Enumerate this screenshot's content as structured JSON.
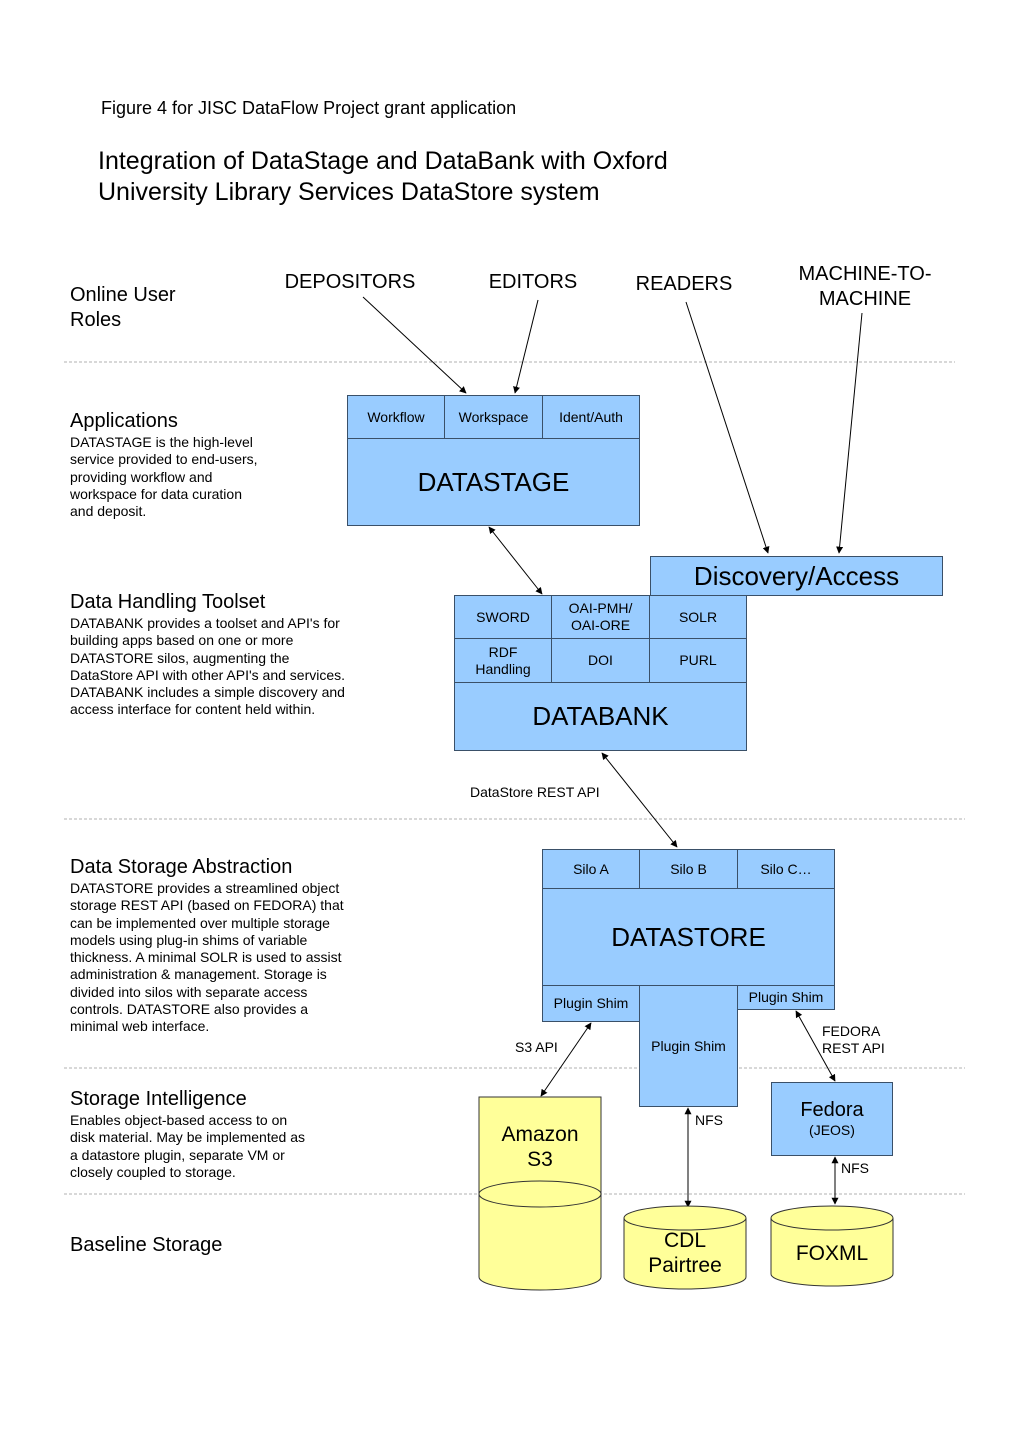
{
  "caption": "Figure 4 for JISC DataFlow Project grant application",
  "title": [
    "Integration of DataStage and DataBank with Oxford",
    "University Library Services DataStore system"
  ],
  "layers": {
    "roles": {
      "title_lines": [
        "Online User",
        "Roles"
      ]
    },
    "applications": {
      "title": "Applications",
      "desc_lines": [
        "DATASTAGE is the high-level",
        "service provided to end-users,",
        "providing workflow and",
        "workspace for data curation",
        "and deposit."
      ]
    },
    "toolset": {
      "title": "Data Handling Toolset",
      "desc_lines": [
        "DATABANK provides a toolset and API's  for",
        "building apps based on one or more",
        "DATASTORE silos, augmenting the",
        "DataStore API with other API's and services.",
        "DATABANK includes a simple discovery and",
        "access interface for content held within."
      ]
    },
    "abstraction": {
      "title": "Data Storage Abstraction",
      "desc_lines": [
        "DATASTORE provides a streamlined object",
        "storage REST API (based on FEDORA) that",
        "can be implemented over multiple storage",
        "models using plug-in shims of variable",
        "thickness. A minimal SOLR is used to assist",
        "administration & management. Storage is",
        "divided into silos with separate access",
        "controls.  DATASTORE also provides a",
        "minimal web interface."
      ]
    },
    "intelligence": {
      "title": "Storage Intelligence",
      "desc_lines": [
        "Enables object-based access to on",
        "disk material. May be implemented as",
        "a datastore plugin, separate VM or",
        "closely coupled to storage."
      ]
    },
    "baseline": {
      "title": "Baseline Storage"
    }
  },
  "roles": {
    "depositors": "DEPOSITORS",
    "editors": "EDITORS",
    "readers": "READERS",
    "machine": [
      "MACHINE-TO-",
      "MACHINE"
    ]
  },
  "datastage": {
    "modules": [
      "Workflow",
      "Workspace",
      "Ident/Auth"
    ],
    "name": "DATASTAGE"
  },
  "discovery": "Discovery/Access",
  "databank": {
    "row1": {
      "sword": "SWORD",
      "oai": [
        "OAI-PMH/",
        "OAI-ORE"
      ],
      "solr": "SOLR"
    },
    "row2": {
      "rdf": [
        "RDF",
        "Handling"
      ],
      "doi": "DOI",
      "purl": "PURL"
    },
    "name": "DATABANK"
  },
  "datastore_api_label": "DataStore REST API",
  "datastore": {
    "silos": [
      "Silo A",
      "Silo B",
      "Silo C…"
    ],
    "name": "DATASTORE",
    "shims": {
      "left": "Plugin Shim",
      "center": "Plugin Shim",
      "right": "Plugin Shim"
    }
  },
  "connectors": {
    "s3_api": "S3 API",
    "fedora_api": [
      "FEDORA",
      "REST API"
    ],
    "nfs_center": "NFS",
    "nfs_right": "NFS"
  },
  "fedora": {
    "name": "Fedora",
    "sub": "(JEOS)"
  },
  "storage": {
    "amazon": [
      "Amazon",
      "S3"
    ],
    "cdl": [
      "CDL",
      "Pairtree"
    ],
    "foxml": "FOXML"
  },
  "colors": {
    "box_fill": "#99ccff",
    "storage_fill": "#ffff99",
    "divider": "#b0b0b0"
  }
}
